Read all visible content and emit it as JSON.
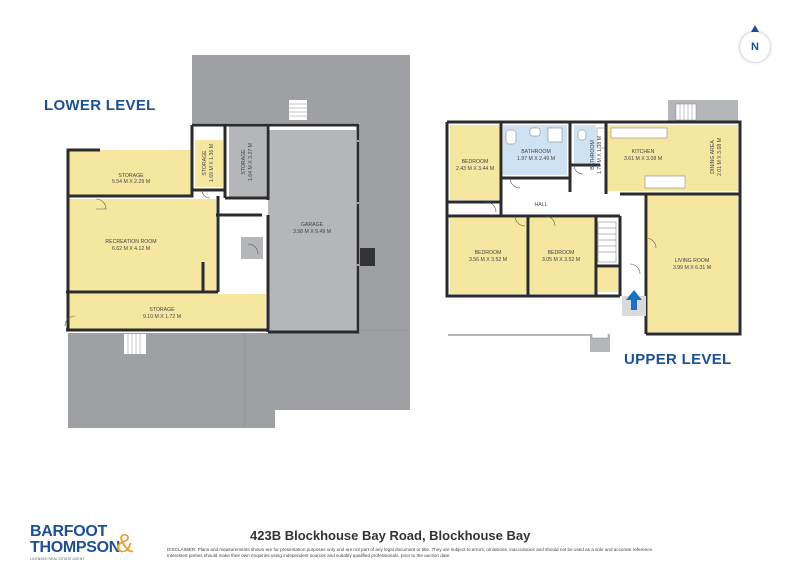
{
  "lower_level": {
    "title": "LOWER LEVEL",
    "rooms": [
      {
        "id": "storage-top",
        "name": "STORAGE",
        "dims": "5.54 M X 2.29 M"
      },
      {
        "id": "storage-narrow-1",
        "name": "STORAGE",
        "dims": "1.69 M X 1.36 M"
      },
      {
        "id": "storage-narrow-2",
        "name": "STORAGE",
        "dims": "1.64 M X 3.27 M"
      },
      {
        "id": "recreation",
        "name": "RECREATION ROOM",
        "dims": "6.62 M X 4.12 M"
      },
      {
        "id": "garage",
        "name": "GARAGE",
        "dims": "3.98 M X 9.49 M"
      },
      {
        "id": "storage-bottom",
        "name": "STORAGE",
        "dims": "9.10 M X 1.72 M"
      }
    ]
  },
  "upper_level": {
    "title": "UPPER LEVEL",
    "rooms": [
      {
        "id": "bedroom-1",
        "name": "BEDROOM",
        "dims": "2.43 M X 3.44 M"
      },
      {
        "id": "bathroom-1",
        "name": "BATHROOM",
        "dims": "1.97 M X 2.49 M"
      },
      {
        "id": "bathroom-2",
        "name": "BATHROOM",
        "dims": "1.71 M X 1.38 M"
      },
      {
        "id": "kitchen",
        "name": "KITCHEN",
        "dims": "3.61 M X 3.08 M"
      },
      {
        "id": "dining",
        "name": "DINING AREA",
        "dims": "2.01 M X 3.08 M"
      },
      {
        "id": "hall",
        "name": "HALL",
        "dims": ""
      },
      {
        "id": "bedroom-2",
        "name": "BEDROOM",
        "dims": "3.56 M X 3.52 M"
      },
      {
        "id": "bedroom-3",
        "name": "BEDROOM",
        "dims": "3.05 M X 3.52 M"
      },
      {
        "id": "living",
        "name": "LIVING ROOM",
        "dims": "3.99 M X 6.31 M"
      }
    ]
  },
  "compass": {
    "label": "N"
  },
  "address": "423B Blockhouse Bay Road, Blockhouse Bay",
  "disclaimer": "DISCLAIMER: Plans and measurements shown are for presentation purposes only and are not part of any legal document or title. They are subject to errors, omissions, inaccuracies and should not be used as a sole and accurate reference. Interested parties should make their own enquiries using independent sources and suitably qualified professionals, prior to the auction date.",
  "logo": {
    "line1": "BARFOOT",
    "line2": "THOMPSON",
    "ampersand": "&",
    "tagline": "LICENSED REAL ESTATE AGENT"
  },
  "colors": {
    "room_fill": "#f6e7a0",
    "bathroom_fill": "#cfe2f3",
    "deck_fill": "#9ea0a3",
    "garage_fill": "#b4b6b9",
    "wall": "#2b2b2b",
    "brand": "#1d4f91",
    "accent": "#e8a33d"
  }
}
